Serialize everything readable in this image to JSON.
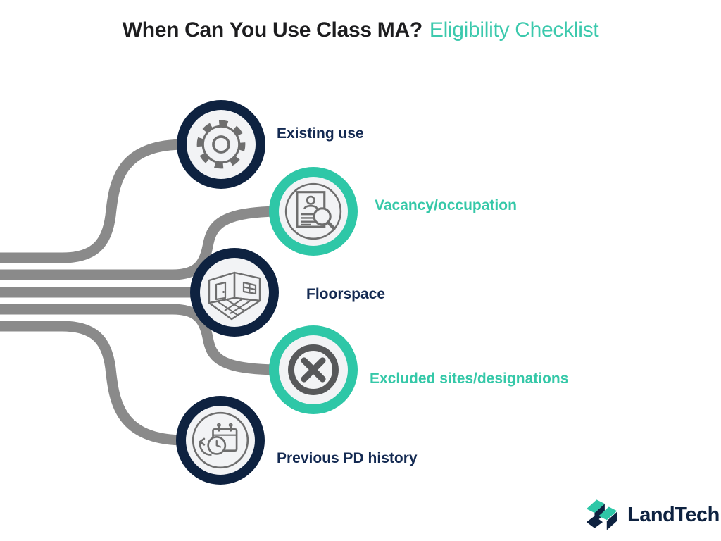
{
  "title": {
    "main": "When Can You Use Class MA?",
    "accent": "Eligibility Checklist"
  },
  "checklist": {
    "items": [
      {
        "label": "Existing use",
        "icon": "gear",
        "ring_color": "navy"
      },
      {
        "label": "Vacancy/occupation",
        "icon": "document-search",
        "ring_color": "teal"
      },
      {
        "label": "Floorspace",
        "icon": "room-floorplan",
        "ring_color": "navy"
      },
      {
        "label": "Excluded sites/designations",
        "icon": "cross-circle",
        "ring_color": "teal"
      },
      {
        "label": "Previous PD history",
        "icon": "calendar-history",
        "ring_color": "navy"
      }
    ]
  },
  "logo": {
    "text": "LandTech"
  },
  "colors": {
    "navy": "#0e2240",
    "teal": "#2ec7a7",
    "teal_text": "#35c8a8",
    "navy_text": "#142a52",
    "title_black": "#1d1d1f",
    "title_teal": "#3cc9ad",
    "line_gray": "#8a8a8a",
    "icon_gray": "#6e6e6e",
    "node_inner_fill": "#f2f3f5",
    "background": "#ffffff"
  }
}
